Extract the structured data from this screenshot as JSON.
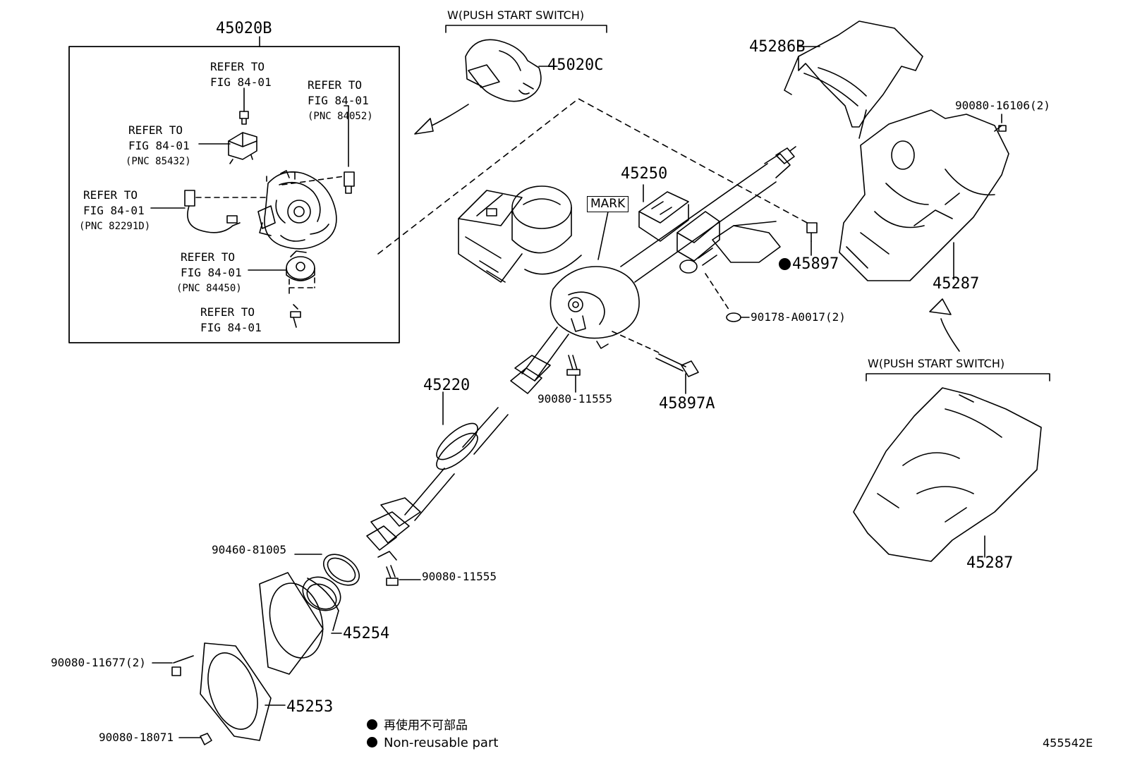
{
  "parts": {
    "p45020B": "45020B",
    "p45020C": "45020C",
    "p45286B": "45286B",
    "p45250": "45250",
    "p45897": "45897",
    "p45897A": "45897A",
    "p45287_top": "45287",
    "p45287_bottom": "45287",
    "p45220": "45220",
    "p45254": "45254",
    "p45253": "45253",
    "p90080_16106": "90080-16106(2)",
    "p90178_A0017": "90178-A0017(2)",
    "p90080_11555_a": "90080-11555",
    "p90080_11555_b": "90080-11555",
    "p90460_81005": "90460-81005",
    "p90080_11677": "90080-11677(2)",
    "p90080_18071": "90080-18071"
  },
  "refs": {
    "r1": [
      "REFER TO",
      "FIG 84-01"
    ],
    "r2": [
      "REFER TO",
      "FIG 84-01",
      "(PNC 84052)"
    ],
    "r3": [
      "REFER TO",
      "FIG 84-01",
      "(PNC 85432)"
    ],
    "r4": [
      "REFER TO",
      "FIG 84-01",
      "(PNC 82291D)"
    ],
    "r5": [
      "REFER TO",
      "FIG 84-01",
      "(PNC 84450)"
    ],
    "r6": [
      "REFER TO",
      "FIG 84-01"
    ]
  },
  "headers": {
    "push_start_top": "W(PUSH START SWITCH)",
    "push_start_bottom": "W(PUSH START SWITCH)",
    "mark": "MARK"
  },
  "legend": {
    "jp": "再使用不可部品",
    "en": "Non-reusable part"
  },
  "figure_id": "455542E"
}
